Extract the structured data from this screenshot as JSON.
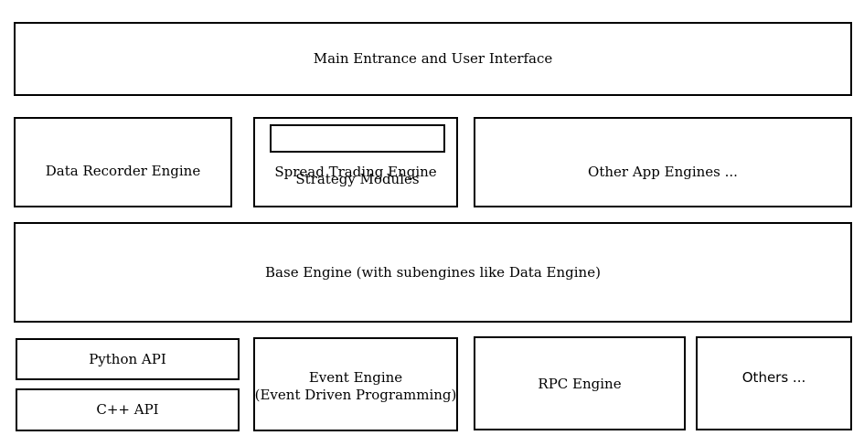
{
  "layers": {
    "ui": {
      "main_entrance": "Main Entrance and User Interface"
    },
    "apps": {
      "data_recorder": "Data Recorder Engine",
      "spread_trading": "Spread Trading Engine",
      "strategy_modules": "Strategy Modules",
      "other_apps": "Other App Engines ..."
    },
    "base": {
      "base_engine": "Base Engine (with subengines like Data Engine)"
    },
    "infra": {
      "python_api": "Python API",
      "cpp_api": "C++ API",
      "event_engine_line1": "Event Engine",
      "event_engine_line2": "(Event Driven Programming)",
      "rpc_engine": "RPC Engine",
      "others": "Others ..."
    }
  }
}
